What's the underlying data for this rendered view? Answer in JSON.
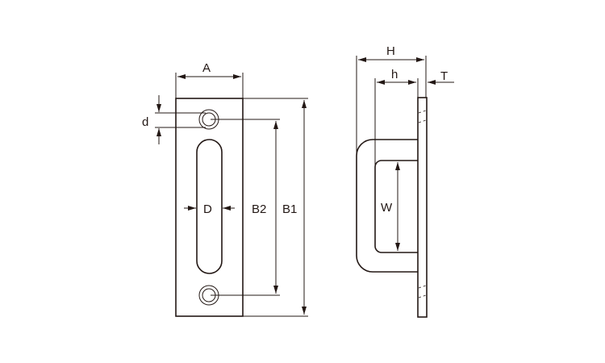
{
  "front_view": {
    "labels": {
      "A": "A",
      "d": "d",
      "D": "D",
      "B2": "B2",
      "B1": "B1"
    }
  },
  "side_view": {
    "labels": {
      "H": "H",
      "h": "h",
      "T": "T",
      "W": "W"
    }
  },
  "colors": {
    "line": "#231815",
    "background": "#ffffff"
  }
}
